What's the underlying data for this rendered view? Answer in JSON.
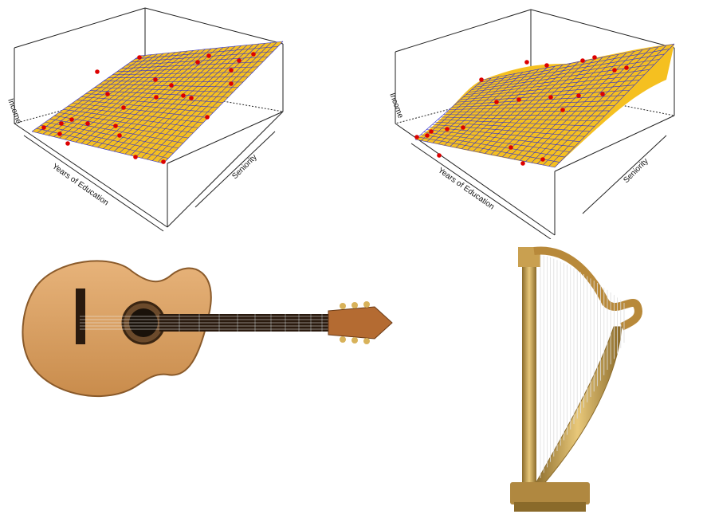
{
  "plots": [
    {
      "id": "linear",
      "z_label": "Income",
      "x_label": "Years of Education",
      "y_label": "Seniority",
      "surface_color": "#f5c020",
      "mesh_color": "#2e2ed0",
      "point_color": "#dd0000"
    },
    {
      "id": "smooth",
      "z_label": "Income",
      "x_label": "Years of Education",
      "y_label": "Seniority",
      "surface_color": "#f5c020",
      "mesh_color": "#2e2ed0",
      "point_color": "#dd0000"
    }
  ],
  "images": [
    {
      "icon": "guitar-icon"
    },
    {
      "icon": "harp-icon"
    }
  ]
}
